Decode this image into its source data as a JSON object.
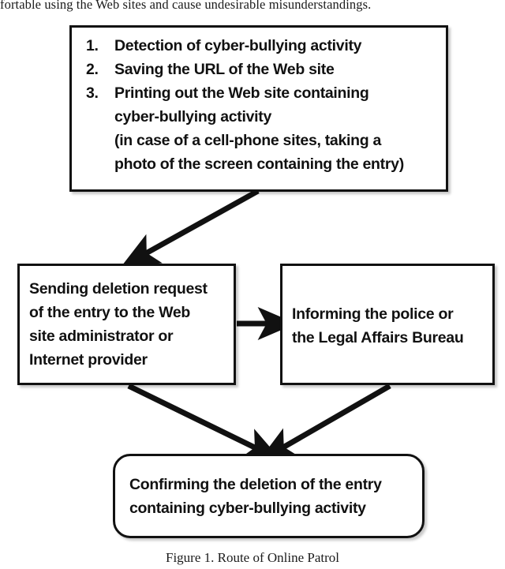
{
  "document": {
    "body_text_fragment": "fortable using the Web sites and cause undesirable misunderstandings.",
    "figure_caption": "Figure 1. Route of Online Patrol"
  },
  "diagram": {
    "type": "flowchart",
    "title": "Route of Online Patrol",
    "nodes": [
      {
        "id": "steps",
        "shape": "rectangle",
        "name": "evidence-collection-steps",
        "items": [
          {
            "number": "1.",
            "text": "Detection of cyber-bullying activity"
          },
          {
            "number": "2.",
            "text": "Saving the URL of the Web site"
          },
          {
            "number": "3.",
            "text": "Printing out the Web site containing cyber-bullying activity (in case of a cell-phone sites, taking a photo of the screen containing the entry)"
          }
        ],
        "lines": [
          "Detection of cyber-bullying activity",
          "Saving the URL of the Web site",
          "Printing out the Web site containing",
          "cyber-bullying activity",
          "(in case of a cell-phone sites, taking a",
          "photo of the screen containing the entry)"
        ]
      },
      {
        "id": "deletion",
        "shape": "rectangle",
        "name": "sending-deletion-request",
        "text": "Sending deletion request of the entry to the Web site administrator or Internet provider",
        "lines": [
          "Sending deletion request",
          "of the entry to the Web",
          "site administrator or",
          "Internet provider"
        ]
      },
      {
        "id": "police",
        "shape": "rectangle",
        "name": "informing-the-police",
        "text": "Informing the police or the Legal Affairs Bureau",
        "lines": [
          "Informing the police or",
          "the Legal Affairs Bureau"
        ]
      },
      {
        "id": "confirm",
        "shape": "rounded-rectangle",
        "name": "confirming-the-deletion",
        "text": "Confirming the deletion of the entry containing cyber-bullying activity",
        "lines": [
          "Confirming the deletion of the entry",
          "containing cyber-bullying activity"
        ]
      }
    ],
    "edges": [
      {
        "from": "steps",
        "to": "deletion",
        "name": "arrow-steps-to-deletion",
        "style": "diagonal"
      },
      {
        "from": "deletion",
        "to": "police",
        "name": "arrow-deletion-to-police",
        "style": "horizontal"
      },
      {
        "from": "deletion",
        "to": "confirm",
        "name": "arrow-deletion-to-confirm",
        "style": "diagonal"
      },
      {
        "from": "police",
        "to": "confirm",
        "name": "arrow-police-to-confirm",
        "style": "diagonal"
      }
    ],
    "colors": {
      "stroke": "#111111",
      "fill": "#ffffff",
      "text": "#111111"
    }
  }
}
